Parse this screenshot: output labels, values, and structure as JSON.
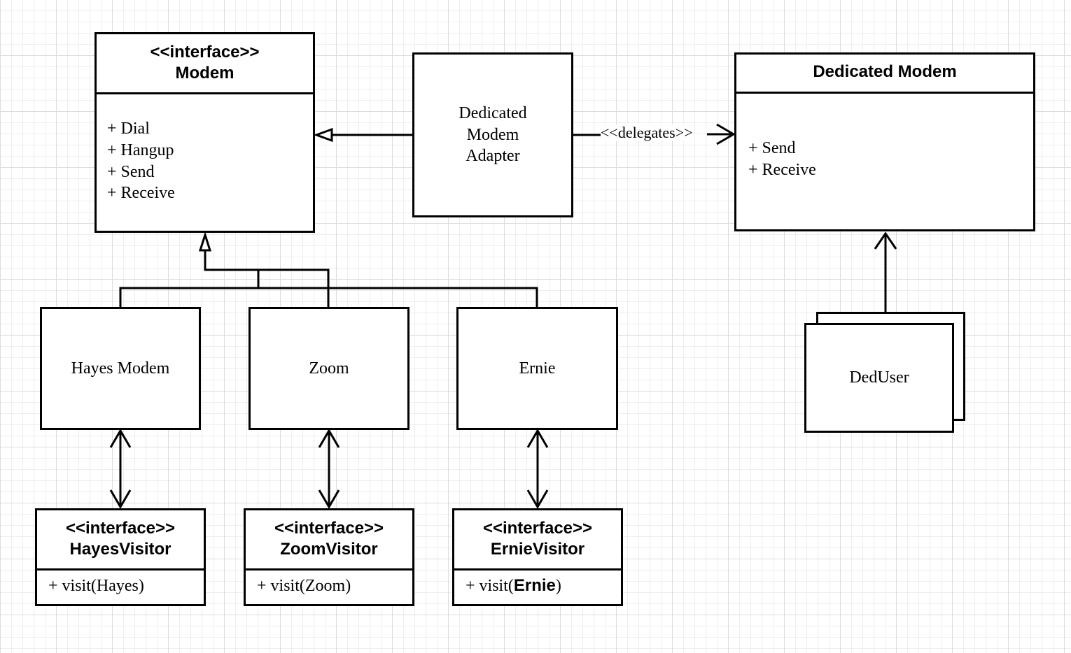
{
  "modem": {
    "stereotype": "<<interface>>",
    "name": "Modem",
    "operations": [
      "+ Dial",
      "+ Hangup",
      "+ Send",
      "+ Receive"
    ]
  },
  "adapter": {
    "lines": [
      "Dedicated",
      "Modem",
      "Adapter"
    ]
  },
  "delegates_label": "<<delegates>>",
  "dedicated_modem": {
    "name": "Dedicated Modem",
    "operations": [
      "+ Send",
      "+ Receive"
    ]
  },
  "hayes": {
    "name": "Hayes Modem"
  },
  "zoom": {
    "name": "Zoom"
  },
  "ernie": {
    "name": "Ernie"
  },
  "dKedUser": null,
  "deduser": {
    "name": "DedUser"
  },
  "hayes_visitor": {
    "stereotype": "<<interface>>",
    "name": "HayesVisitor",
    "operation": "+ visit(Hayes)"
  },
  "zoom_visitor": {
    "stereotype": "<<interface>>",
    "name": "ZoomVisitor",
    "operation": "+ visit(Zoom)"
  },
  "ernie_visitor": {
    "stereotype": "<<interface>>",
    "name": "ErnieVisitor",
    "operation_prefix": "+ visit(",
    "operation_arg": "Ernie",
    "operation_suffix": ")"
  }
}
